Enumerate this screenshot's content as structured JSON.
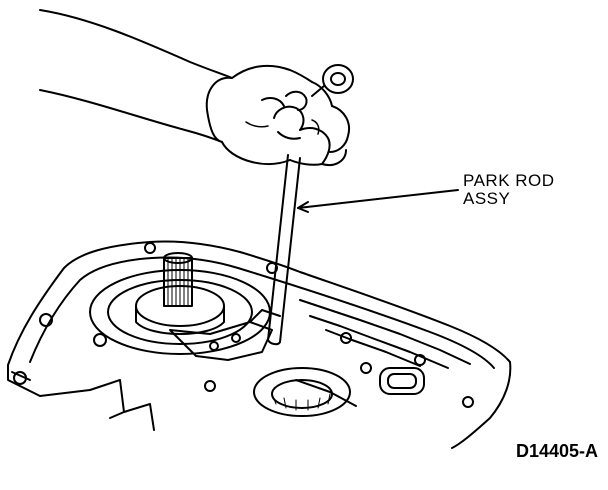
{
  "callout": {
    "line1": "PARK ROD",
    "line2": "ASSY"
  },
  "figure_id": "D14405-A",
  "colors": {
    "ink": "#000000",
    "paper": "#ffffff"
  }
}
